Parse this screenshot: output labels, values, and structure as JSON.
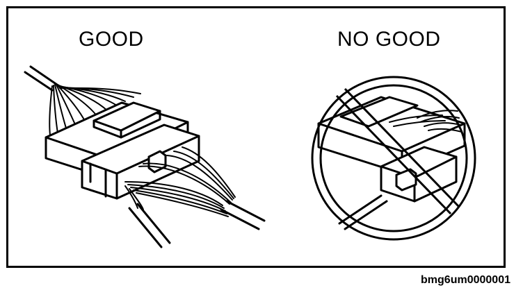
{
  "figure": {
    "good_label": "GOOD",
    "nogood_label": "NO GOOD",
    "code": "bmg6um0000001"
  },
  "icons": {
    "good": "connector-properly-mated-illustration",
    "nogood": "prohibition-circle-icon"
  },
  "colors": {
    "ink": "#000000",
    "paper": "#ffffff"
  }
}
